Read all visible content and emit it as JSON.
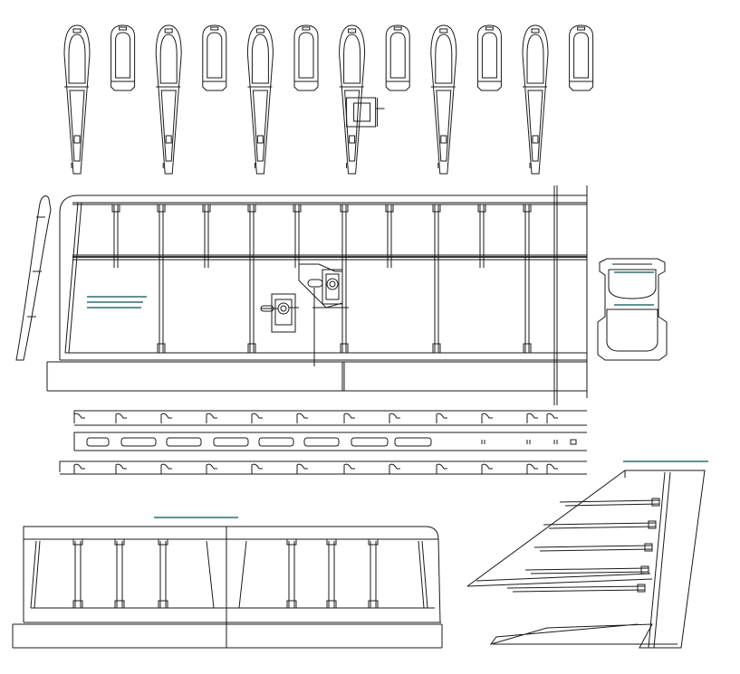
{
  "colors": {
    "line": "#1a1a1a",
    "accent": "#2e6f6f",
    "background": "#ffffff"
  },
  "plan": {
    "ribs": {
      "count": 12,
      "full_ribs": [
        1,
        3,
        5,
        7,
        9,
        11
      ],
      "servo_rib": 7
    },
    "wing_panel": {
      "bays": 12,
      "servo_mounts": 2
    },
    "spars": {
      "strips": 3
    },
    "horizontal_stabilizer": {
      "ribs": 9
    },
    "vertical_fin": {
      "ribs": 5
    }
  }
}
